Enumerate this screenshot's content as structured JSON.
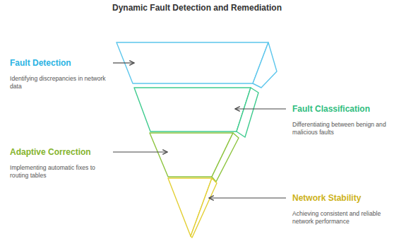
{
  "diagram": {
    "title": "Dynamic Fault Detection and Remediation",
    "nodes": [
      {
        "text": [
          "Fault Detection",
          "Identifying discrepancies in network data"
        ]
      },
      {
        "text": [
          "Fault Classification",
          "Differentiating between benign and malicious faults"
        ]
      },
      {
        "text": [
          "Adaptive Correction",
          "Implementing automatic fixes to routing tables"
        ]
      },
      {
        "text": [
          "Network Stability",
          "Achieving consistent and reliable network performance"
        ]
      }
    ]
  }
}
